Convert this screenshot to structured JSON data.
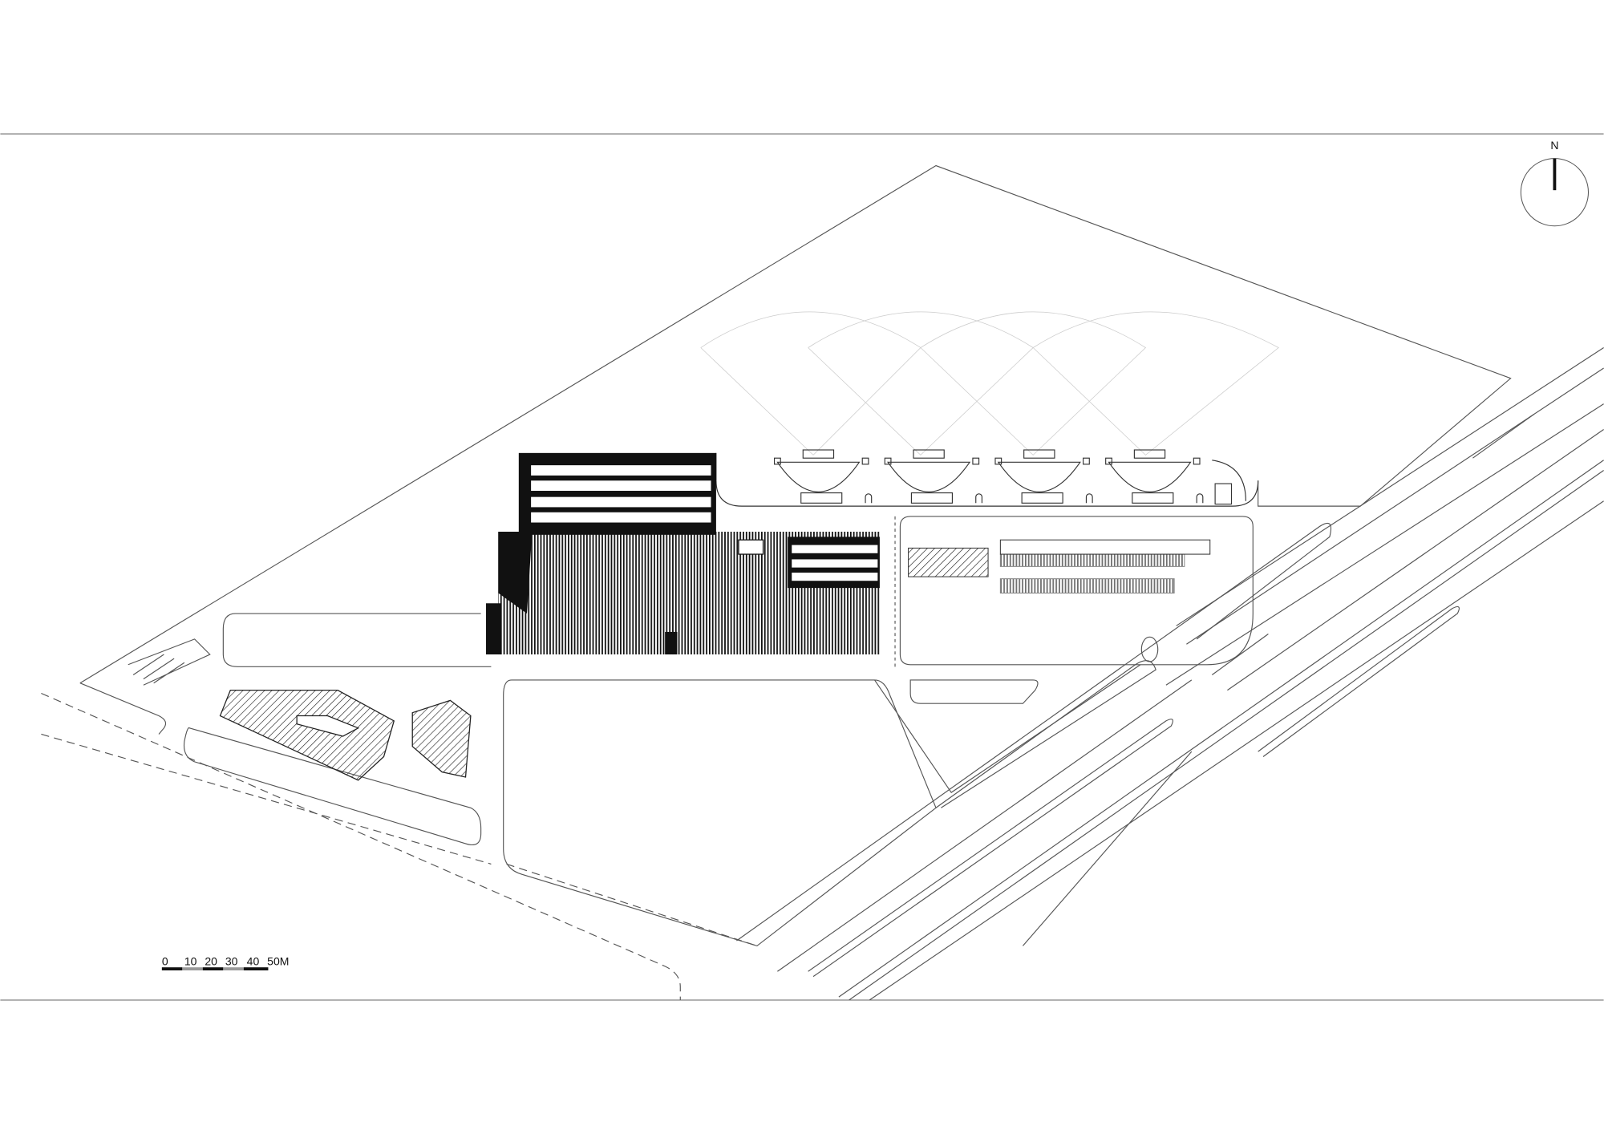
{
  "drawing": {
    "north_label": "N",
    "scale_bar": {
      "labels": [
        "0",
        "10",
        "20",
        "30",
        "40",
        "50M"
      ]
    }
  },
  "colors": {
    "ink": "#111111",
    "line": "#555555",
    "faint": "#bbbbbb"
  }
}
